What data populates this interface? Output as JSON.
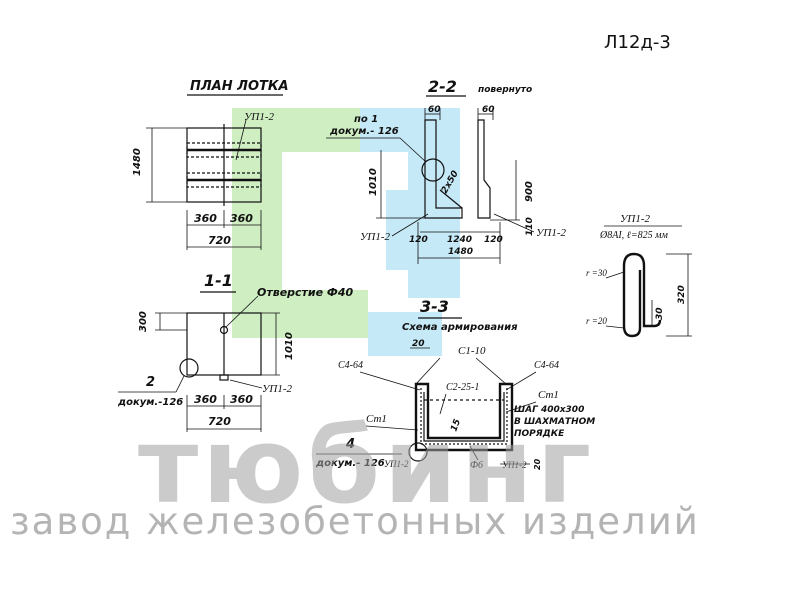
{
  "drawing": {
    "code": "Л12д-3",
    "views": {
      "plan": "ПЛАН ЛОТКА",
      "section22": "2-2",
      "section22_note": "повернуто",
      "section11": "1-1",
      "section33": "3-3",
      "scheme": "Схема армирования"
    },
    "callouts": {
      "pos1": "по 1",
      "doc126_a": "докум.- 126",
      "pos2": "2",
      "doc126_b": "докум.-126",
      "pos4": "4",
      "doc126_c": "докум.- 126",
      "hole": "Отверстие Ф40"
    },
    "labels": {
      "up12": "УП1-2",
      "c464": "С4-64",
      "c110": "С1-10",
      "c2251": "С2-25-1",
      "ct1": "Ст1",
      "phi6": "Ф6",
      "step1": "ШАГ 400х300",
      "step2": "В ШАХМАТНОМ",
      "step3": "ПОРЯДКЕ",
      "bar_spec": "Ø8AI, ℓ=825 мм",
      "r30": "r =30",
      "r20": "r =20"
    },
    "dims": {
      "d1480": "1480",
      "d360": "360",
      "d720": "720",
      "d60": "60",
      "d1010": "1010",
      "d900": "900",
      "d110": "110",
      "d120": "120",
      "d1240": "1240",
      "d300": "300",
      "d20": "20",
      "d15": "15",
      "d30": "30",
      "d320": "320",
      "d2x50": "2х50"
    }
  },
  "brand": {
    "name": "тюбинг",
    "tagline": "завод железобетонных изделий"
  },
  "colors": {
    "watermark_green": "#cfeec2",
    "watermark_blue": "#c6e9f7",
    "brand_gray": "#a0a0a0"
  }
}
